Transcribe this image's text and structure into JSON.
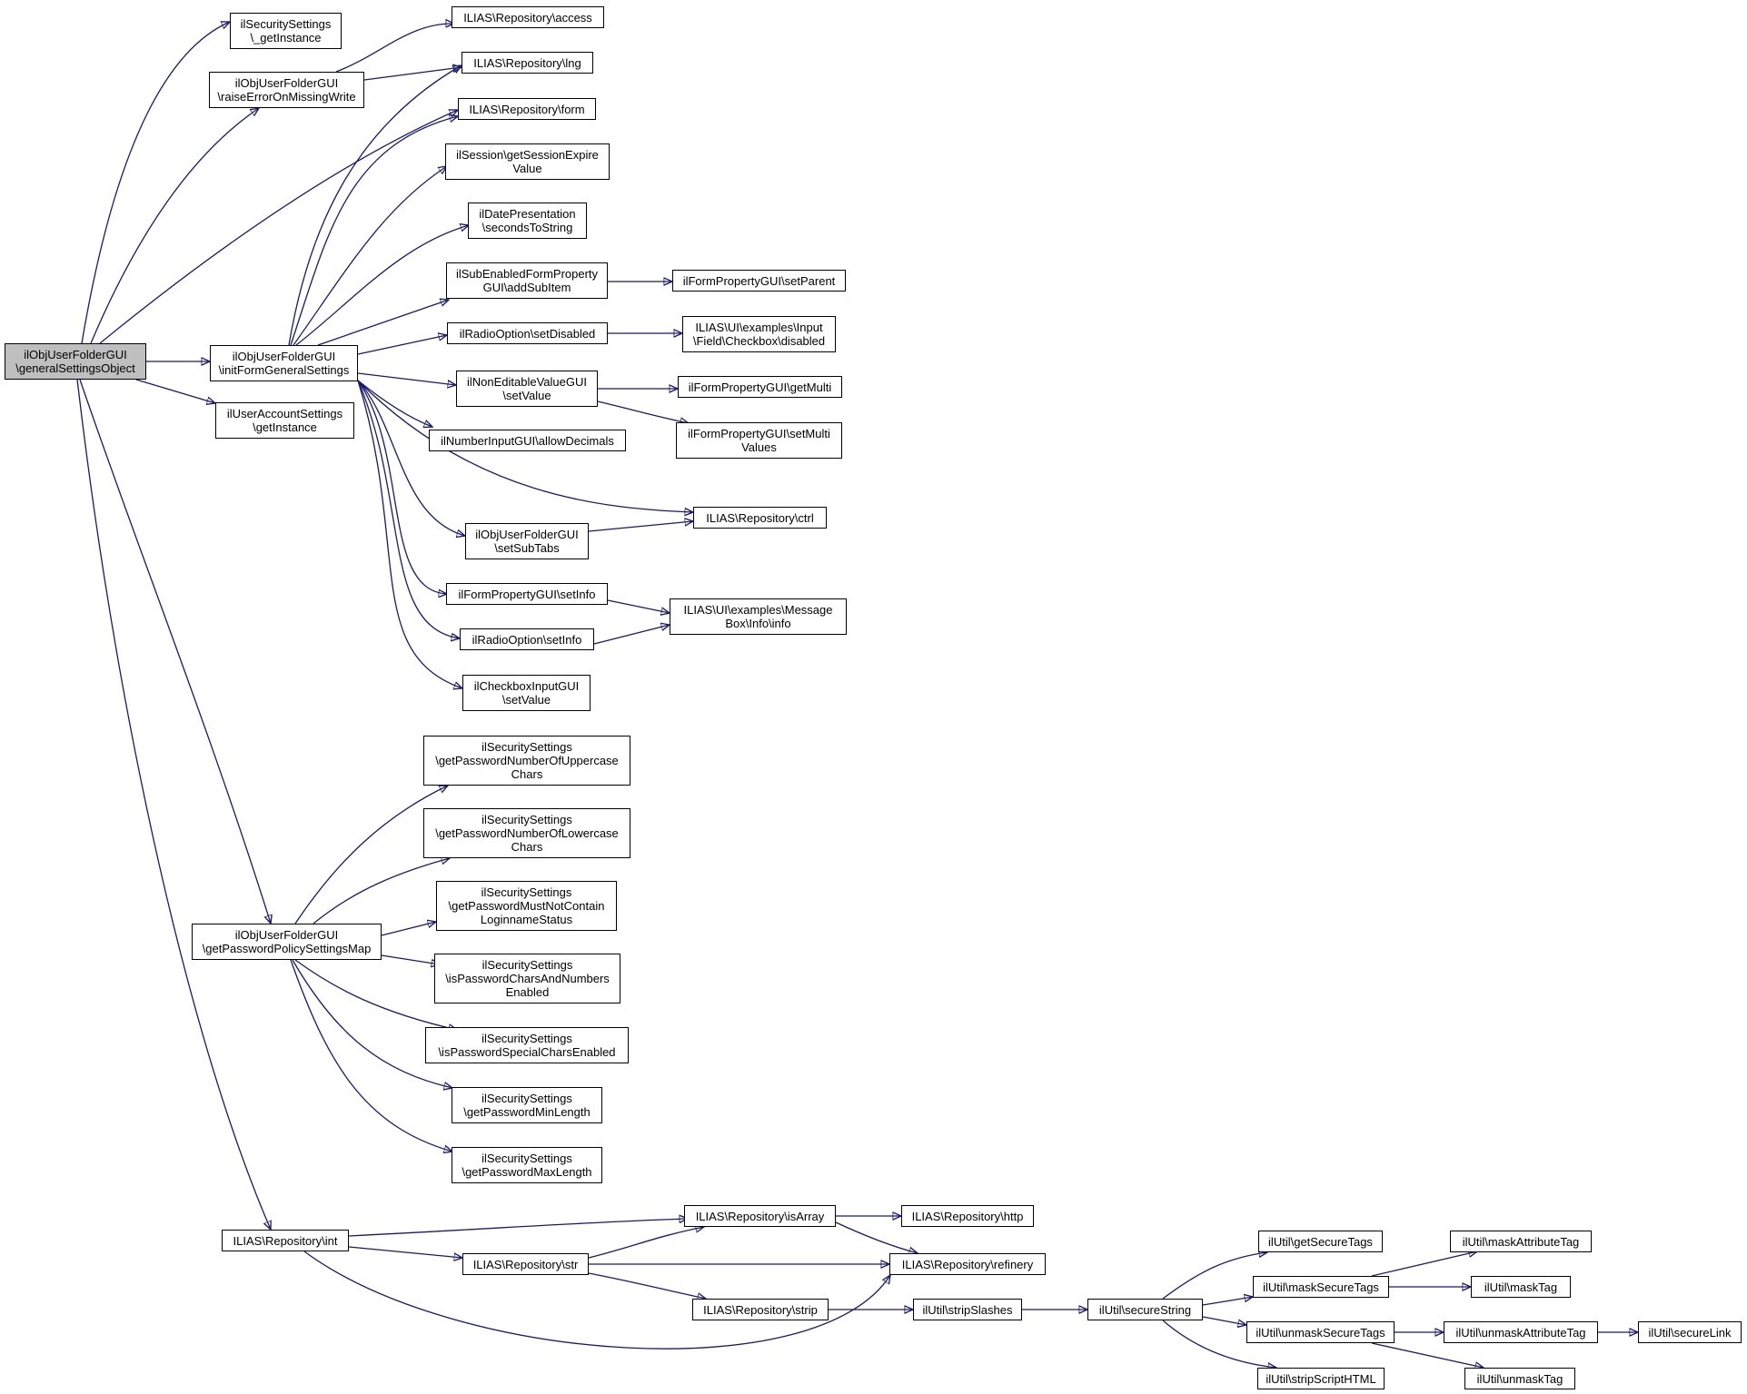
{
  "colors": {
    "edge": "#191970",
    "node_border": "#000000",
    "root_fill": "#bfbfbf",
    "node_fill": "#ffffff"
  },
  "nodes": {
    "root": "ilObjUserFolderGUI\n\\generalSettingsObject",
    "sec_getInstance": "ilSecuritySettings\n\\_getInstance",
    "raiseError": "ilObjUserFolderGUI\n\\raiseErrorOnMissingWrite",
    "initForm": "ilObjUserFolderGUI\n\\initFormGeneralSettings",
    "userAccount": "ilUserAccountSettings\n\\getInstance",
    "pwPolicy": "ilObjUserFolderGUI\n\\getPasswordPolicySettingsMap",
    "repoInt": "ILIAS\\Repository\\int",
    "access": "ILIAS\\Repository\\access",
    "lng": "ILIAS\\Repository\\lng",
    "form": "ILIAS\\Repository\\form",
    "session": "ilSession\\getSessionExpire\nValue",
    "datePres": "ilDatePresentation\n\\secondsToString",
    "subEnabled": "ilSubEnabledFormProperty\nGUI\\addSubItem",
    "radioDisabled": "ilRadioOption\\setDisabled",
    "nonEditable": "ilNonEditableValueGUI\n\\setValue",
    "allowDecimals": "ilNumberInputGUI\\allowDecimals",
    "ctrl": "ILIAS\\Repository\\ctrl",
    "setSubTabs": "ilObjUserFolderGUI\n\\setSubTabs",
    "fpSetInfo": "ilFormPropertyGUI\\setInfo",
    "radioSetInfo": "ilRadioOption\\setInfo",
    "checkboxSetValue": "ilCheckboxInputGUI\n\\setValue",
    "setParent": "ilFormPropertyGUI\\setParent",
    "cbDisabled": "ILIAS\\UI\\examples\\Input\n\\Field\\Checkbox\\disabled",
    "getMulti": "ilFormPropertyGUI\\getMulti",
    "setMultiValues": "ilFormPropertyGUI\\setMulti\nValues",
    "msgInfo": "ILIAS\\UI\\examples\\Message\nBox\\Info\\info",
    "pwUpper": "ilSecuritySettings\n\\getPasswordNumberOfUppercase\nChars",
    "pwLower": "ilSecuritySettings\n\\getPasswordNumberOfLowercase\nChars",
    "pwLogin": "ilSecuritySettings\n\\getPasswordMustNotContain\nLoginnameStatus",
    "pwCharsNum": "ilSecuritySettings\n\\isPasswordCharsAndNumbers\nEnabled",
    "pwSpecial": "ilSecuritySettings\n\\isPasswordSpecialCharsEnabled",
    "pwMin": "ilSecuritySettings\n\\getPasswordMinLength",
    "pwMax": "ilSecuritySettings\n\\getPasswordMaxLength",
    "isArray": "ILIAS\\Repository\\isArray",
    "http": "ILIAS\\Repository\\http",
    "str": "ILIAS\\Repository\\str",
    "refinery": "ILIAS\\Repository\\refinery",
    "strip": "ILIAS\\Repository\\strip",
    "stripSlashes": "ilUtil\\stripSlashes",
    "secureString": "ilUtil\\secureString",
    "getSecureTags": "ilUtil\\getSecureTags",
    "maskSecureTags": "ilUtil\\maskSecureTags",
    "unmaskSecureTags": "ilUtil\\unmaskSecureTags",
    "stripScriptHTML": "ilUtil\\stripScriptHTML",
    "maskAttributeTag": "ilUtil\\maskAttributeTag",
    "maskTag": "ilUtil\\maskTag",
    "unmaskAttributeTag": "ilUtil\\unmaskAttributeTag",
    "unmaskTag": "ilUtil\\unmaskTag",
    "secureLink": "ilUtil\\secureLink"
  }
}
